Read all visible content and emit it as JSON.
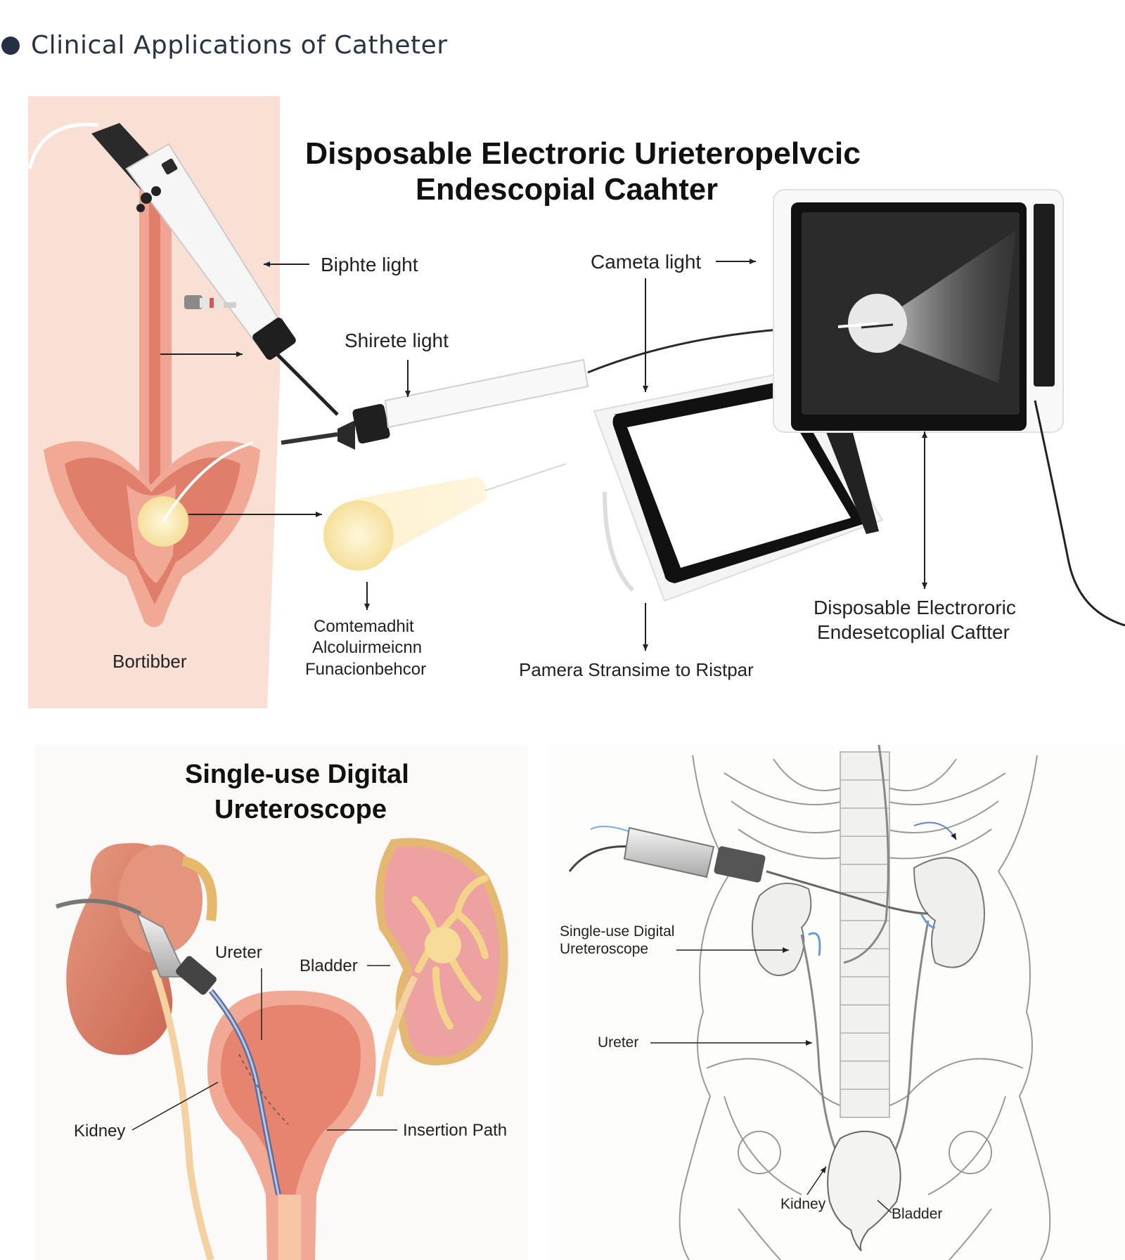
{
  "header": {
    "title": "Clinical Applications of Catheter"
  },
  "top_panel": {
    "title_line1": "Disposable Electroric Urieteropelvcic",
    "title_line2": "Endescopial Caahter",
    "labels": {
      "biphte_light": "Biphte light",
      "cameta_light": "Cameta light",
      "shirete_light": "Shirete light",
      "bortibber": "Bortibber",
      "comtemadhit_1": "Comtemadhit",
      "comtemadhit_2": "Alcoluirmeicnn",
      "comtemadhit_3": "Funacionbehcor",
      "pamera": "Pamera Stransime to Ristpar",
      "disposable_1": "Disposable Electrororic",
      "disposable_2": "Endesetcoplial Caftter"
    }
  },
  "bottom_left": {
    "title_line1": "Single-use Digital",
    "title_line2": "Ureteroscope",
    "labels": {
      "ureter": "Ureter",
      "bladder": "Bladder",
      "kidney": "Kidney",
      "insertion_path": "Insertion Path"
    }
  },
  "bottom_right": {
    "labels": {
      "scope_1": "Single-use Digital",
      "scope_2": "Ureteroscope",
      "ureter": "Ureter",
      "kidney": "Kidney",
      "bladder": "Bladder"
    }
  },
  "colors": {
    "skin_panel": "#f9dfd4",
    "tissue": "#e88a7a",
    "tissue_light": "#f4b2a4",
    "glow": "#f7e3a6",
    "kidney": "#d97a64",
    "screen": "#111111"
  }
}
